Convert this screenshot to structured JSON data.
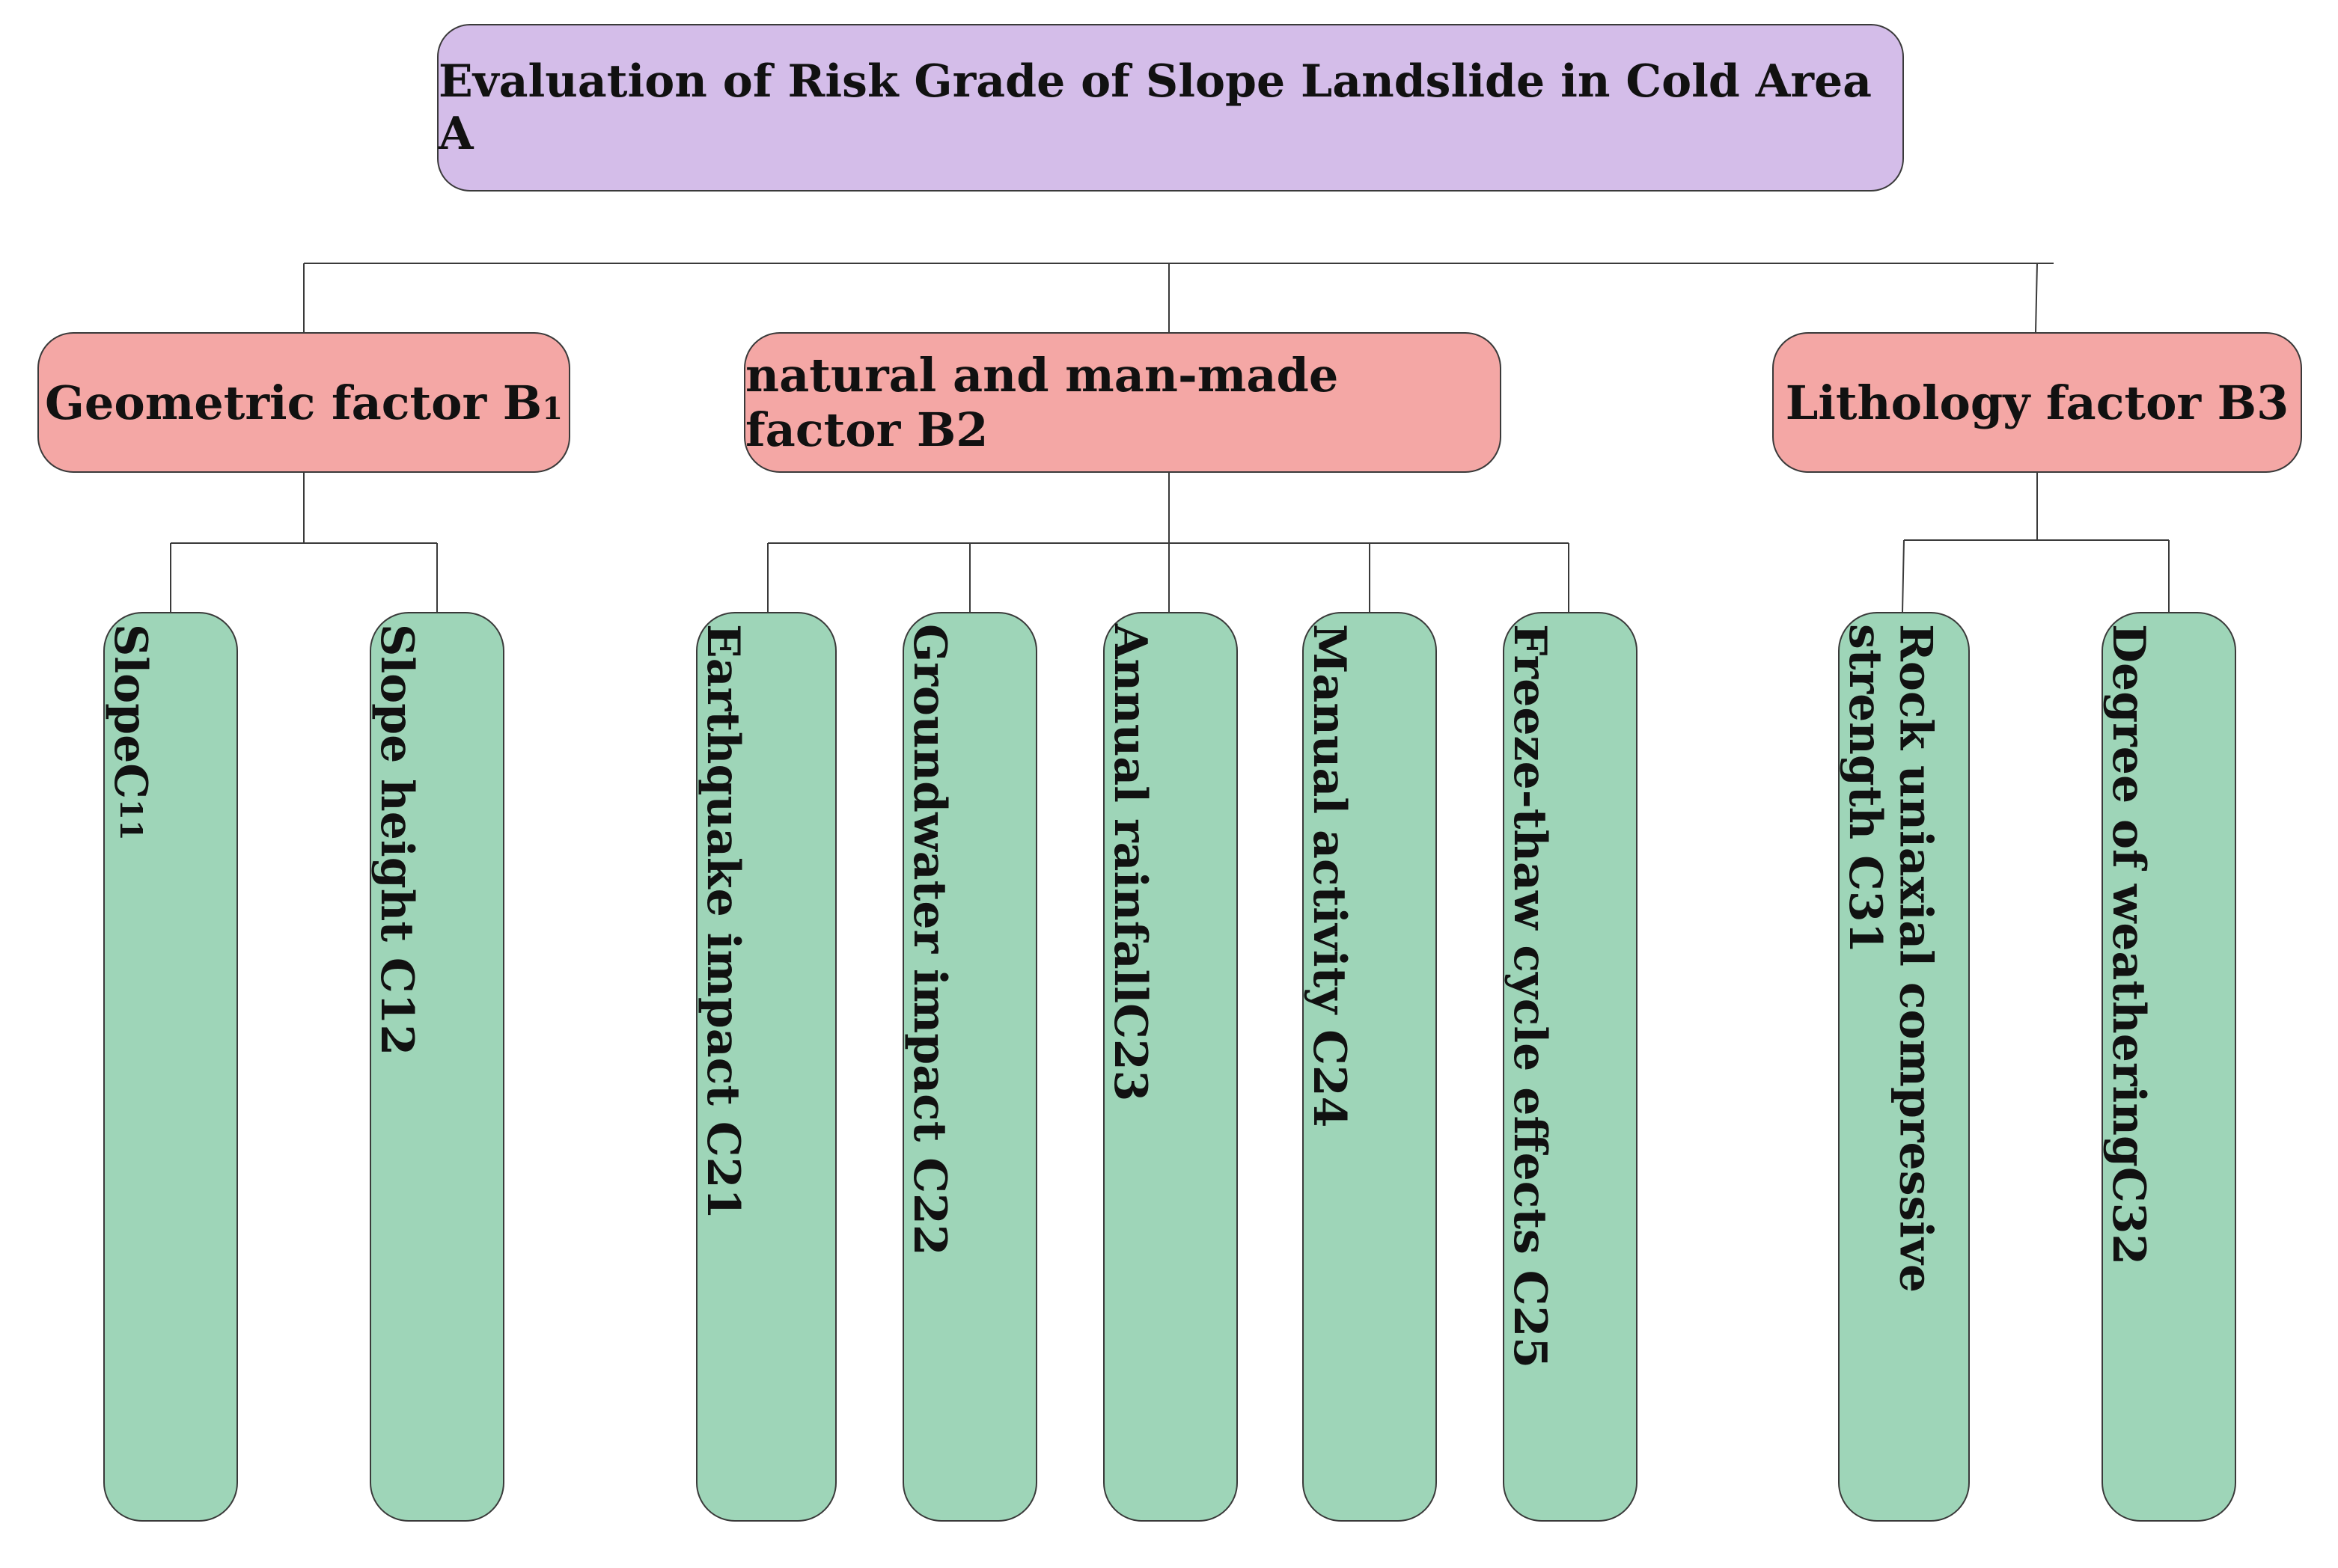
{
  "root": {
    "label": "Evaluation of Risk Grade of Slope Landslide in Cold Area A"
  },
  "factors": [
    {
      "label": "Geometric factor B",
      "sub": "1"
    },
    {
      "label": "natural and man-made factor B2"
    },
    {
      "label": "Lithology factor B3"
    }
  ],
  "indicators": [
    {
      "label": "SlopeC",
      "sub": "11"
    },
    {
      "label": "Slope height C12"
    },
    {
      "label": "Earthquake impact C21"
    },
    {
      "label": "Groundwater impact C22"
    },
    {
      "label": "Annual rainfallC23"
    },
    {
      "label": "Manual activity C24"
    },
    {
      "label": "Freeze-thaw cycle effects C25"
    },
    {
      "label": "Rock uniaxial compressive strength C31"
    },
    {
      "label": "Degree of weatheringC32"
    }
  ],
  "colors": {
    "root_fill": "#d4bde9",
    "factor_fill": "#f4a7a5",
    "indicator_fill": "#9ed5b8",
    "line": "#3a3a3a"
  }
}
